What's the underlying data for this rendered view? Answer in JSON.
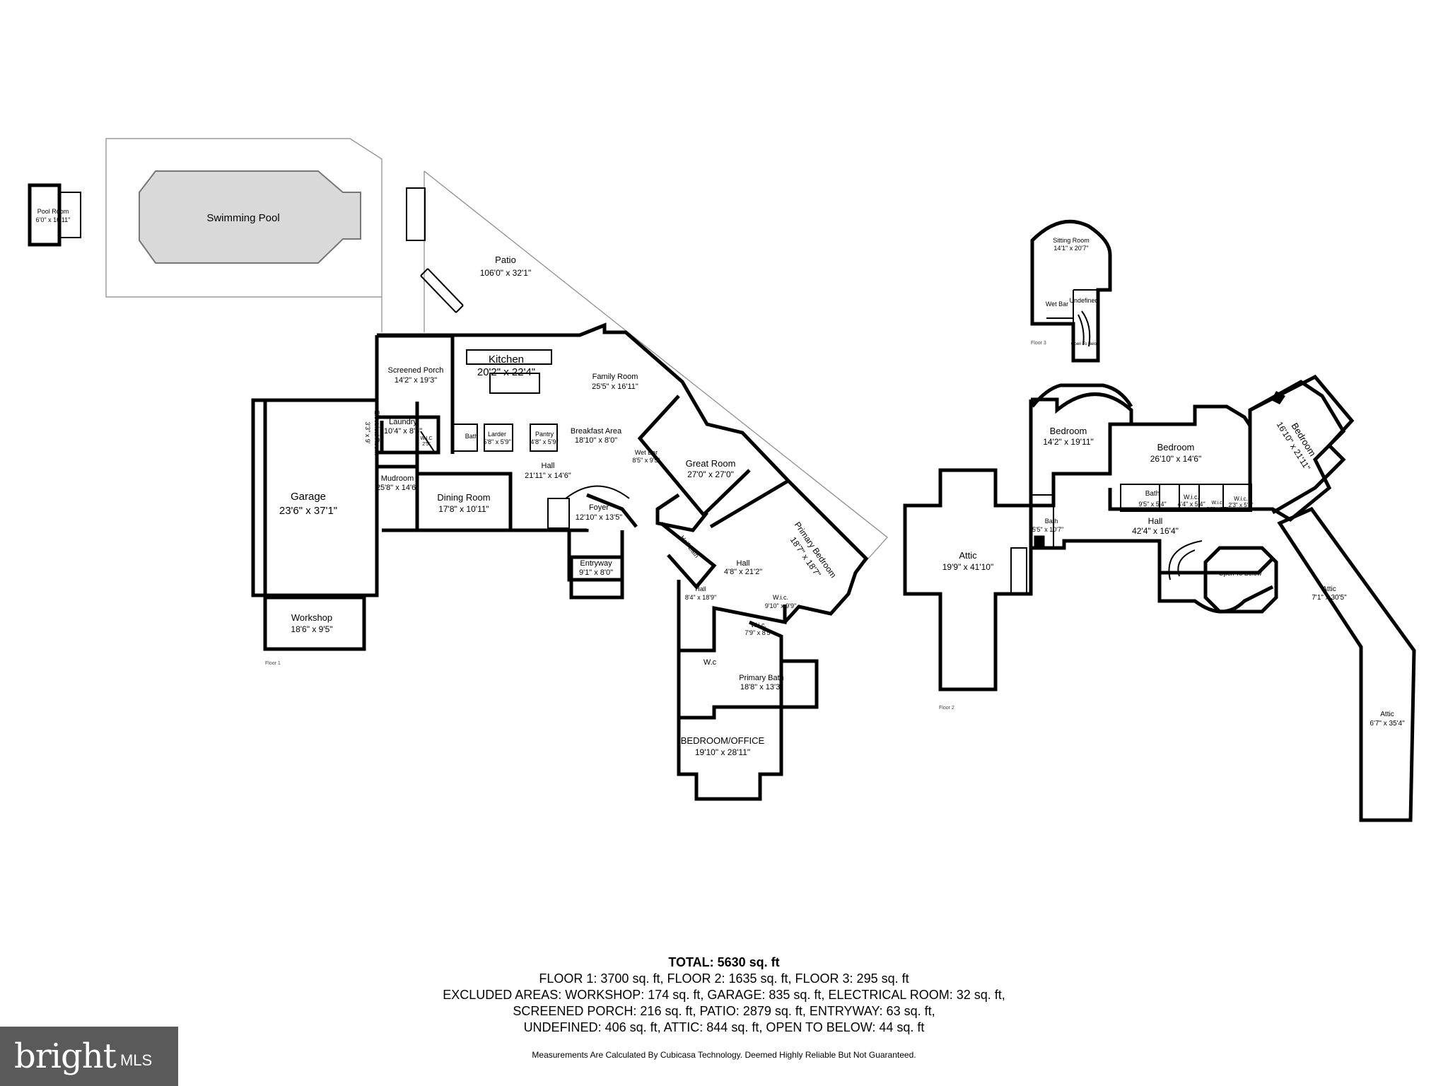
{
  "floor1": {
    "label": "Floor 1",
    "rooms": [
      {
        "id": "pool-room",
        "name": "Pool Room",
        "dim": "6'0\" x 10'11\""
      },
      {
        "id": "swimming-pool",
        "name": "Swimming Pool",
        "dim": ""
      },
      {
        "id": "patio",
        "name": "Patio",
        "dim": "106'0\" x 32'1\""
      },
      {
        "id": "screened-porch",
        "name": "Screened Porch",
        "dim": "14'2\" x 19'3\""
      },
      {
        "id": "kitchen",
        "name": "Kitchen",
        "dim": "20'2\" x 22'4\""
      },
      {
        "id": "family-room",
        "name": "Family Room",
        "dim": "25'5\" x 16'11\""
      },
      {
        "id": "electrical-room",
        "name": "Electrical Room",
        "dim": "3'3\" x 9'"
      },
      {
        "id": "laundry",
        "name": "Laundry",
        "dim": "10'4\" x 8'6\""
      },
      {
        "id": "wic-laundry",
        "name": "W.I.C",
        "dim": "2'5\""
      },
      {
        "id": "bath-1",
        "name": "Bath",
        "dim": ""
      },
      {
        "id": "larder",
        "name": "Larder",
        "dim": "5'8\" x 5'9\""
      },
      {
        "id": "pantry",
        "name": "Pantry",
        "dim": "4'8\" x 5'9\""
      },
      {
        "id": "breakfast-area",
        "name": "Breakfast Area",
        "dim": "18'10\" x 8'0\""
      },
      {
        "id": "wet-bar",
        "name": "Wet Bar",
        "dim": "8'5\" x 9'5\""
      },
      {
        "id": "garage",
        "name": "Garage",
        "dim": "23'6\" x 37'1\""
      },
      {
        "id": "mudroom",
        "name": "Mudroom",
        "dim": "25'8\" x 14'6\""
      },
      {
        "id": "dining-room",
        "name": "Dining Room",
        "dim": "17'8\" x 10'11\""
      },
      {
        "id": "hall-1",
        "name": "Hall",
        "dim": "21'11\" x 14'6\""
      },
      {
        "id": "great-room",
        "name": "Great Room",
        "dim": "27'0\" x 27'0\""
      },
      {
        "id": "foyer",
        "name": "Foyer",
        "dim": "12'10\" x 13'5\""
      },
      {
        "id": "half-bath",
        "name": "Half Bath",
        "dim": ""
      },
      {
        "id": "primary-bedroom",
        "name": "Primary Bedroom",
        "dim": "18'7\" x 18'7\""
      },
      {
        "id": "entryway",
        "name": "Entryway",
        "dim": "9'1\" x 8'0\""
      },
      {
        "id": "hall-2",
        "name": "Hall",
        "dim": "4'8\" x 21'2\""
      },
      {
        "id": "hall-3",
        "name": "Hall",
        "dim": "8'4\" x 18'9\""
      },
      {
        "id": "wic-1",
        "name": "W.i.c.",
        "dim": "9'10\" x 9'9\""
      },
      {
        "id": "wic-2",
        "name": "W.i.c.",
        "dim": "7'9\" x 8'5\""
      },
      {
        "id": "workshop",
        "name": "Workshop",
        "dim": "18'6\" x 9'5\""
      },
      {
        "id": "wc",
        "name": "W.c",
        "dim": ""
      },
      {
        "id": "primary-bath",
        "name": "Primary Bath",
        "dim": "18'8\" x 13'3\""
      },
      {
        "id": "bedroom-office",
        "name": "BEDROOM/OFFICE",
        "dim": "19'10\" x 28'11\""
      }
    ]
  },
  "floor2": {
    "label": "Floor 2",
    "rooms": [
      {
        "id": "attic-1",
        "name": "Attic",
        "dim": "19'9\" x 41'10\""
      },
      {
        "id": "bedroom-a",
        "name": "Bedroom",
        "dim": "14'2\" x 19'11\""
      },
      {
        "id": "bedroom-b",
        "name": "Bedroom",
        "dim": "26'10\" x 14'6\""
      },
      {
        "id": "bedroom-c",
        "name": "Bedroom",
        "dim": "16'10\" x 21'11\""
      },
      {
        "id": "bath-a",
        "name": "Bath",
        "dim": "9'5\" x 5'4\""
      },
      {
        "id": "wic-a",
        "name": "W.i.c.",
        "dim": "4'4\" x 5'4\""
      },
      {
        "id": "wic-b",
        "name": "W.i.c.",
        "dim": "3'3\" x 2'5\""
      },
      {
        "id": "wic-c",
        "name": "W.i.c.",
        "dim": "2'3\" x 5'4\""
      },
      {
        "id": "bath-b",
        "name": "Bath",
        "dim": "5'5\" x 10'7\""
      },
      {
        "id": "hall-4",
        "name": "Hall",
        "dim": "42'4\" x 16'4\""
      },
      {
        "id": "open-to-below",
        "name": "Open To Below",
        "dim": ""
      },
      {
        "id": "attic-2",
        "name": "Attic",
        "dim": "7'1\" x 30'5\""
      },
      {
        "id": "attic-3",
        "name": "Attic",
        "dim": "6'7\" x 35'4\""
      }
    ]
  },
  "floor3": {
    "label": "Floor 3",
    "rooms": [
      {
        "id": "sitting-room",
        "name": "Sitting Room",
        "dim": "14'1\" x 20'7\""
      },
      {
        "id": "wet-bar-3",
        "name": "Wet Bar",
        "dim": ""
      },
      {
        "id": "undefined",
        "name": "Undefined",
        "dim": ""
      },
      {
        "id": "open-to-below-3",
        "name": "Open To Below",
        "dim": ""
      }
    ]
  },
  "summary": {
    "total": "TOTAL: 5630 sq. ft",
    "line1": "FLOOR 1: 3700 sq. ft, FLOOR 2: 1635 sq. ft, FLOOR 3: 295 sq. ft",
    "line2": "EXCLUDED AREAS: WORKSHOP: 174 sq. ft, GARAGE: 835 sq. ft, ELECTRICAL ROOM: 32 sq. ft,",
    "line3": "SCREENED PORCH: 216 sq. ft, PATIO: 2879 sq. ft, ENTRYWAY: 63 sq. ft,",
    "line4": "UNDEFINED: 406 sq. ft, ATTIC: 844 sq. ft, OPEN TO BELOW: 44 sq. ft"
  },
  "disclaimer": "Measurements Are Calculated By Cubicasa Technology. Deemed Highly Reliable But Not Guaranteed.",
  "logo": {
    "text": "bright",
    "suffix": "MLS",
    "bg_color": "#5a5a5a"
  }
}
